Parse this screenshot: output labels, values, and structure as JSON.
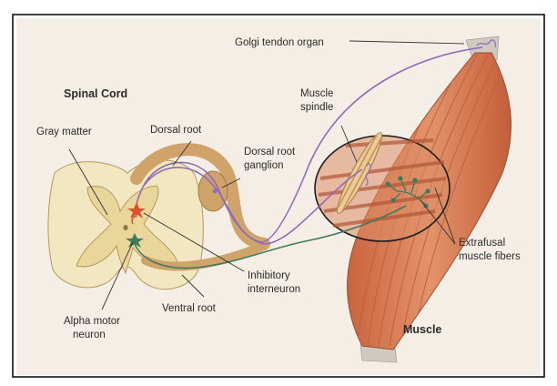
{
  "labels": {
    "spinal_cord": "Spinal Cord",
    "gray_matter": "Gray matter",
    "dorsal_root": "Dorsal root",
    "dorsal_root_ganglion_line1": "Dorsal root",
    "dorsal_root_ganglion_line2": "ganglion",
    "muscle_spindle_line1": "Muscle",
    "muscle_spindle_line2": "spindle",
    "golgi_tendon_organ": "Golgi tendon organ",
    "extrafusal_line1": "Extrafusal",
    "extrafusal_line2": "muscle fibers",
    "inhibitory_line1": "Inhibitory",
    "inhibitory_line2": "interneuron",
    "ventral_root": "Ventral root",
    "alpha_motor_line1": "Alpha motor",
    "alpha_motor_line2": "neuron",
    "muscle": "Muscle"
  },
  "colors": {
    "page_tint": "#f4eee6",
    "frame": "#111111",
    "cord_white_matter": "#f2e7c1",
    "cord_gray_matter": "#e8d69a",
    "nerve_sheath": "#cfa36a",
    "sensory_fiber": "#8e6bb8",
    "motor_fiber": "#3f7a5e",
    "interneuron": "#d9532b",
    "muscle_fill": "#d9855f",
    "muscle_stripe": "#c2603f",
    "tendon": "#cfc9c2"
  }
}
